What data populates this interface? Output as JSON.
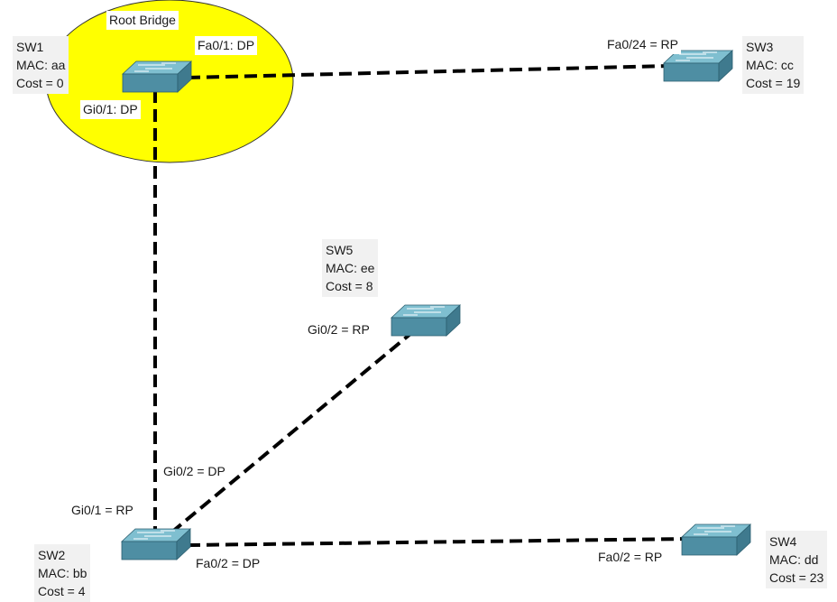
{
  "colors": {
    "root_zone": "#ffff00",
    "switch_top": "#7fbfd0",
    "switch_front": "#4e8ea3",
    "switch_side": "#3f7a8e",
    "link": "#000000"
  },
  "root_label": "Root Bridge",
  "switches": [
    {
      "id": "sw1",
      "name": "SW1",
      "mac": "MAC: aa",
      "cost": "Cost = 0"
    },
    {
      "id": "sw2",
      "name": "SW2",
      "mac": "MAC: bb",
      "cost": "Cost = 4"
    },
    {
      "id": "sw3",
      "name": "SW3",
      "mac": "MAC: cc",
      "cost": "Cost = 19"
    },
    {
      "id": "sw4",
      "name": "SW4",
      "mac": "MAC: dd",
      "cost": "Cost = 23"
    },
    {
      "id": "sw5",
      "name": "SW5",
      "mac": "MAC: ee",
      "cost": "Cost = 8"
    }
  ],
  "port_labels": {
    "sw1_fa01": "Fa0/1: DP",
    "sw1_gi01": "Gi0/1: DP",
    "sw3_fa024": "Fa0/24 = RP",
    "sw5_gi02": "Gi0/2 = RP",
    "sw2_gi02": "Gi0/2 = DP",
    "sw2_gi01": "Gi0/1 = RP",
    "sw2_fa02": "Fa0/2 = DP",
    "sw4_fa02": "Fa0/2 = RP"
  }
}
